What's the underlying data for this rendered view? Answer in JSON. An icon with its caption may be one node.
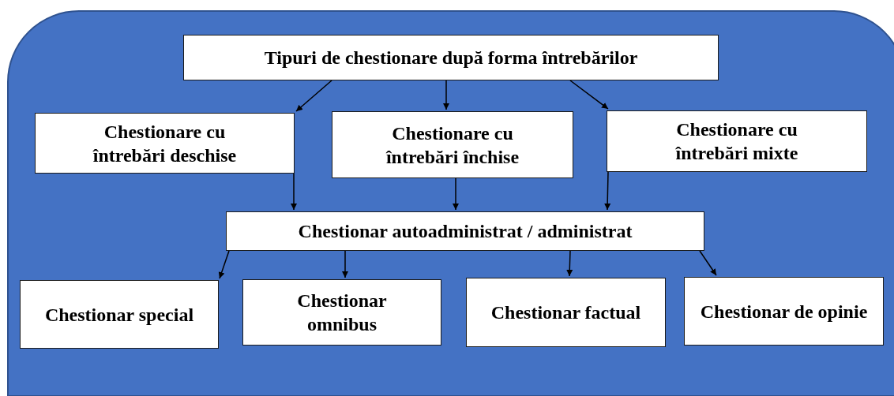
{
  "diagram": {
    "nodes": [
      {
        "text": [
          "Tipuri de chestionare după forma întrebărilor"
        ]
      },
      {
        "text": [
          "Chestionare cu întrebări deschise"
        ]
      },
      {
        "text": [
          "Chestionare cu întrebări închise"
        ]
      },
      {
        "text": [
          "Chestionare cu întrebări mixte"
        ]
      },
      {
        "text": [
          "Chestionar autoadministrat / administrat"
        ]
      },
      {
        "text": [
          "Chestionar special"
        ]
      },
      {
        "text": [
          "Chestionar omnibus"
        ]
      },
      {
        "text": [
          "Chestionar factual"
        ]
      },
      {
        "text": [
          "Chestionar de opinie"
        ]
      }
    ],
    "edges": [
      {
        "from": 0,
        "to": 1,
        "arrow": "to"
      },
      {
        "from": 0,
        "to": 2,
        "arrow": "to"
      },
      {
        "from": 0,
        "to": 3,
        "arrow": "to"
      },
      {
        "from": 1,
        "to": 4,
        "arrow": "to"
      },
      {
        "from": 2,
        "to": 4,
        "arrow": "to"
      },
      {
        "from": 3,
        "to": 4,
        "arrow": "to"
      },
      {
        "from": 4,
        "to": 5,
        "arrow": "to"
      },
      {
        "from": 4,
        "to": 6,
        "arrow": "to"
      },
      {
        "from": 4,
        "to": 7,
        "arrow": "to"
      },
      {
        "from": 4,
        "to": 8,
        "arrow": "to"
      }
    ]
  }
}
